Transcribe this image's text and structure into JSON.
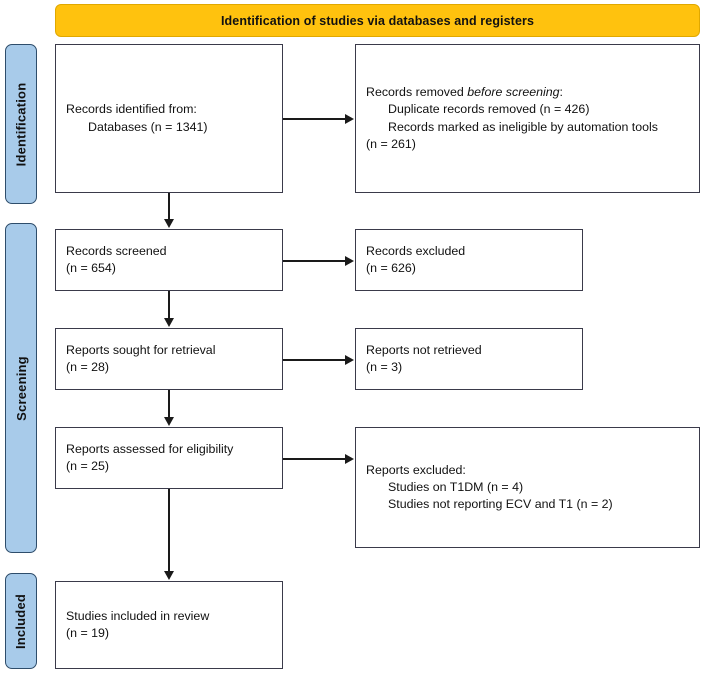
{
  "banner": {
    "title": "Identification of studies via databases and registers"
  },
  "stages": [
    {
      "id": "identification",
      "label": "Identification"
    },
    {
      "id": "screening",
      "label": "Screening"
    },
    {
      "id": "included",
      "label": "Included"
    }
  ],
  "boxes": {
    "identified": {
      "lines": [
        "Records identified from:",
        "Databases (n = 1341)"
      ]
    },
    "removed": {
      "heading_prefix": "Records removed ",
      "heading_italic": "before screening",
      "heading_suffix": ":",
      "lines": [
        "Duplicate records removed (n = 426)",
        "Records marked as ineligible by automation tools",
        "(n = 261)"
      ]
    },
    "screened": {
      "lines": [
        "Records screened",
        "(n = 654)"
      ]
    },
    "records_excluded": {
      "lines": [
        "Records excluded",
        "(n = 626)"
      ]
    },
    "sought": {
      "lines": [
        "Reports sought for retrieval",
        "(n = 28)"
      ]
    },
    "not_retrieved": {
      "lines": [
        "Reports not retrieved",
        "(n = 3)"
      ]
    },
    "assessed": {
      "lines": [
        "Reports assessed for eligibility",
        "(n = 25)"
      ]
    },
    "reports_excluded": {
      "heading": "Reports excluded:",
      "lines": [
        "Studies on T1DM (n = 4)",
        "Studies not reporting ECV and T1 (n = 2)"
      ]
    },
    "included": {
      "lines": [
        "Studies included in review",
        "(n = 19)"
      ]
    }
  },
  "colors": {
    "banner_fill": "#FFC20E",
    "stage_fill": "#A8CBEA",
    "stage_border": "#2E4D6B",
    "box_border": "#3A3A4A",
    "connector": "#1A1A1A",
    "text": "#111111"
  }
}
